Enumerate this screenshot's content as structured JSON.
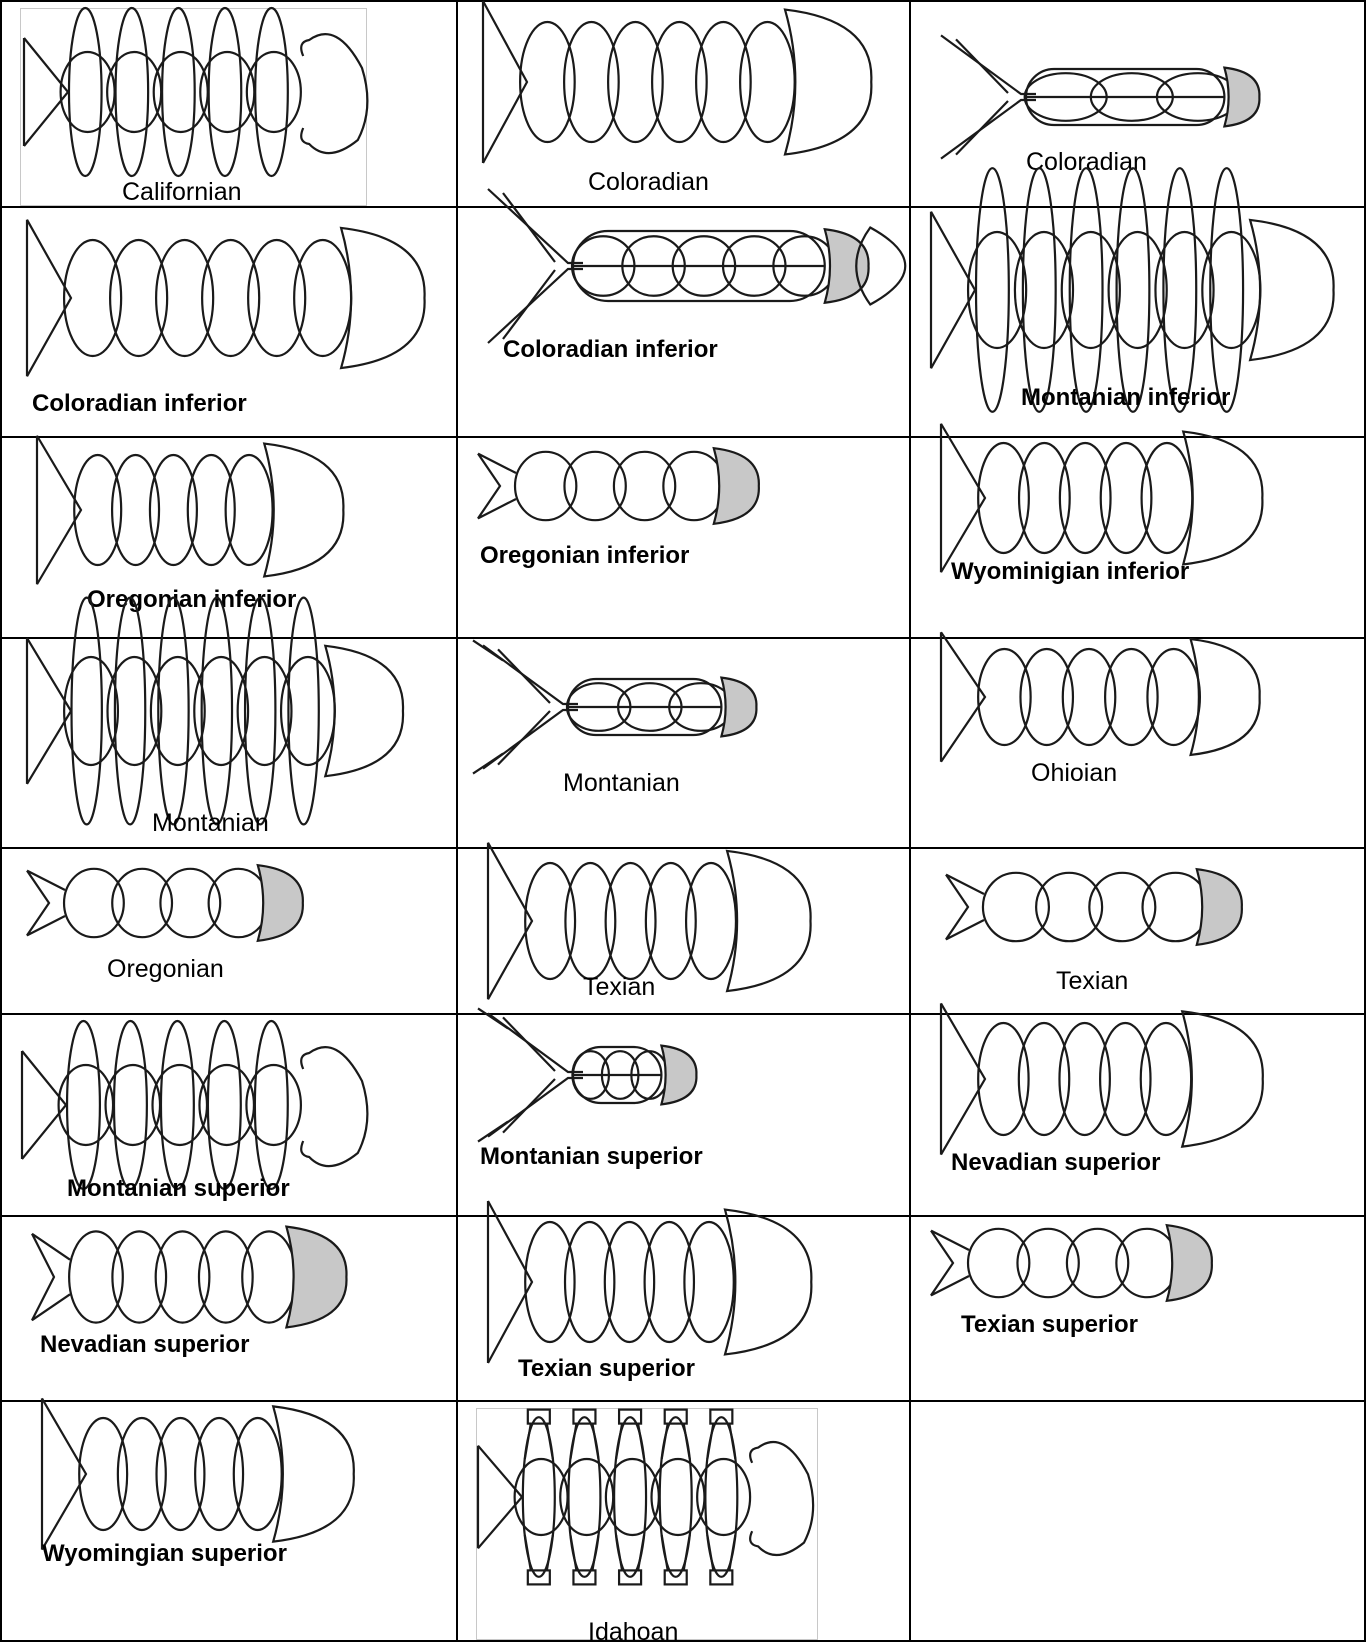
{
  "cells": [
    {
      "label": "Californian",
      "bold": false,
      "style": "segmented-bulb",
      "tail": "fin"
    },
    {
      "label": "Coloradian",
      "bold": false,
      "style": "lens",
      "tail": "fin"
    },
    {
      "label": "Coloradian",
      "bold": false,
      "style": "stem-grey",
      "tail": "forked"
    },
    {
      "label": "Coloradian inferior",
      "bold": true,
      "style": "lens",
      "tail": "fin"
    },
    {
      "label": "Coloradian inferior",
      "bold": true,
      "style": "stem-grey-lens",
      "tail": "forked"
    },
    {
      "label": "Montanian inferior",
      "bold": true,
      "style": "ears-lens",
      "tail": "fin"
    },
    {
      "label": "Oregonian inferior",
      "bold": true,
      "style": "lens",
      "tail": "fin"
    },
    {
      "label": "Oregonian inferior",
      "bold": true,
      "style": "grey",
      "tail": "notched"
    },
    {
      "label": "Wyominigian inferior",
      "bold": true,
      "style": "lens",
      "tail": "fin"
    },
    {
      "label": "Montanian",
      "bold": false,
      "style": "ears-lens",
      "tail": "fin"
    },
    {
      "label": "Montanian",
      "bold": false,
      "style": "stem-grey",
      "tail": "double-forked"
    },
    {
      "label": "Ohioian",
      "bold": false,
      "style": "lens",
      "tail": "fin"
    },
    {
      "label": "Oregonian",
      "bold": false,
      "style": "grey",
      "tail": "notched"
    },
    {
      "label": "Texian",
      "bold": false,
      "style": "lens",
      "tail": "fin"
    },
    {
      "label": "Texian",
      "bold": false,
      "style": "grey",
      "tail": "notched"
    },
    {
      "label": "Montanian superior",
      "bold": true,
      "style": "segmented-bulb",
      "tail": "fin"
    },
    {
      "label": "Montanian superior",
      "bold": true,
      "style": "stem-grey",
      "tail": "double-forked"
    },
    {
      "label": "Nevadian superior",
      "bold": true,
      "style": "lens",
      "tail": "fin"
    },
    {
      "label": "Nevadian superior",
      "bold": true,
      "style": "grey",
      "tail": "notched"
    },
    {
      "label": "Texian superior",
      "bold": true,
      "style": "lens",
      "tail": "fin"
    },
    {
      "label": "Texian superior",
      "bold": true,
      "style": "grey",
      "tail": "notched"
    },
    {
      "label": "Wyomingian superior",
      "bold": true,
      "style": "lens",
      "tail": "fin"
    },
    {
      "label": "Idahoan",
      "bold": false,
      "style": "segmented-bulb-boxes",
      "tail": "fin"
    }
  ],
  "colors": {
    "line": "#1a1a1a",
    "grey_fill": "#c8c8c8",
    "grid": "#000000"
  }
}
